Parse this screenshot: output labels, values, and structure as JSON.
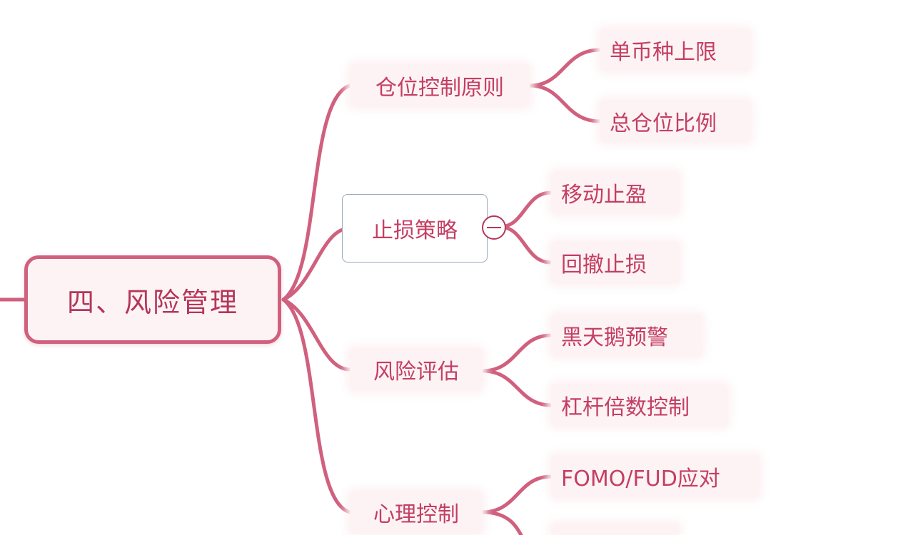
{
  "root": {
    "label": "四、风险管理"
  },
  "branches": [
    {
      "label": "仓位控制原则",
      "children": [
        "单币种上限",
        "总仓位比例"
      ]
    },
    {
      "label": "止损策略",
      "selected": true,
      "collapse_toggle": "minus-circle-icon",
      "children": [
        "移动止盈",
        "回撤止损"
      ]
    },
    {
      "label": "风险评估",
      "children": [
        "黑天鹅预警",
        "杠杆倍数控制"
      ]
    },
    {
      "label": "心理控制",
      "children": [
        "FOMO/FUD应对",
        ""
      ]
    }
  ],
  "colors": {
    "line": "#d0607e",
    "text": "#c43e63",
    "node_fill": "#fdf3f4",
    "selected_border": "#9aa8b8"
  }
}
